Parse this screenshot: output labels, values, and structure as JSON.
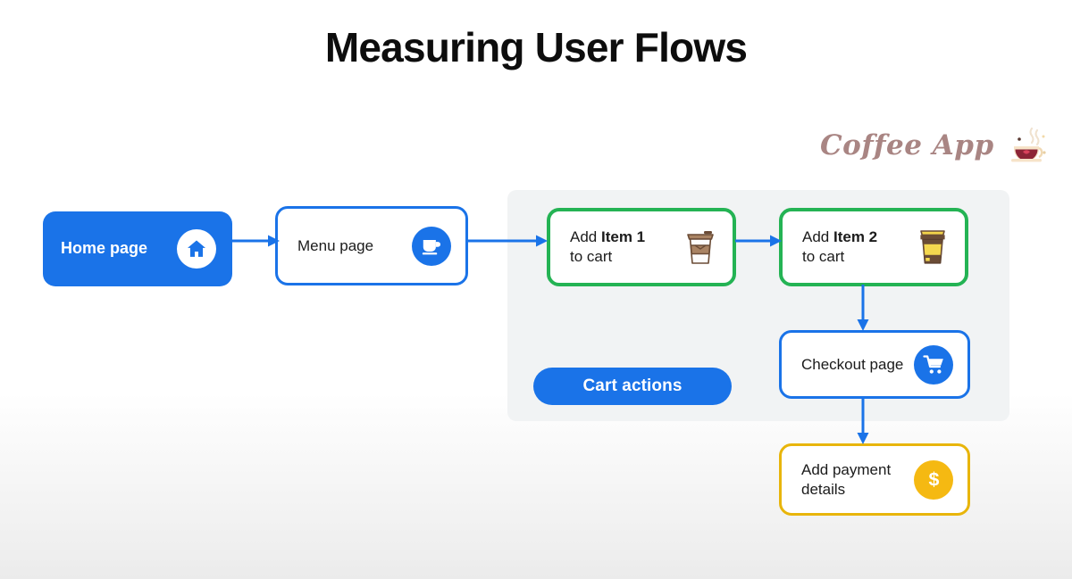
{
  "title": "Measuring User Flows",
  "brand": {
    "name": "Coffee App",
    "icon": "coffee-cup-saucer-icon",
    "color": "#a98583"
  },
  "colors": {
    "blue": "#1a73e8",
    "green": "#24b354",
    "amber": "#e8b50b",
    "badge_amber": "#f5b912",
    "panel_gray": "#f1f3f4",
    "text_dark": "#1b1b1b"
  },
  "group_panel": {
    "name": "cart-actions-group",
    "pill_label": "Cart actions",
    "background": "#f1f3f4"
  },
  "nodes": [
    {
      "id": "home",
      "label": "Home page",
      "icon": "home-icon",
      "style": "filled-blue",
      "border_color": "#1a73e8"
    },
    {
      "id": "menu",
      "label": "Menu page",
      "icon": "coffee-cup-icon",
      "style": "outline-blue",
      "border_color": "#1a73e8"
    },
    {
      "id": "item1",
      "label_prefix": "Add ",
      "label_strong": "Item 1",
      "label_suffix": "to cart",
      "icon": "togo-coffee-cup-brown-icon",
      "style": "outline-green",
      "border_color": "#24b354"
    },
    {
      "id": "item2",
      "label_prefix": "Add ",
      "label_strong": "Item 2",
      "label_suffix": "to cart",
      "icon": "togo-coffee-cup-yellow-icon",
      "style": "outline-green",
      "border_color": "#24b354"
    },
    {
      "id": "checkout",
      "label": "Checkout page",
      "icon": "shopping-cart-icon",
      "style": "outline-blue",
      "border_color": "#1a73e8"
    },
    {
      "id": "payment",
      "label_line1": "Add payment",
      "label_line2": "details",
      "icon": "dollar-sign-icon",
      "style": "outline-amber",
      "border_color": "#e8b50b"
    }
  ],
  "connectors": [
    {
      "from": "home",
      "to": "menu",
      "direction": "right",
      "color": "#1a73e8"
    },
    {
      "from": "menu",
      "to": "item1",
      "direction": "right",
      "color": "#1a73e8"
    },
    {
      "from": "item1",
      "to": "item2",
      "direction": "right",
      "color": "#1a73e8"
    },
    {
      "from": "item2",
      "to": "checkout",
      "direction": "down",
      "color": "#1a73e8"
    },
    {
      "from": "checkout",
      "to": "payment",
      "direction": "down",
      "color": "#1a73e8"
    }
  ]
}
